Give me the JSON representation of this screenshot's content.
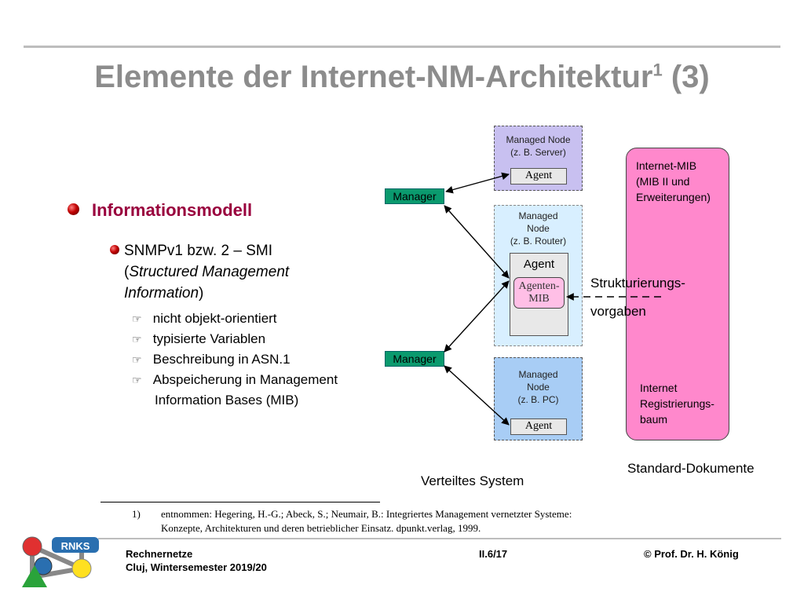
{
  "slide": {
    "title": "Elemente der Internet-NM-Architektur",
    "title_sup": "1",
    "title_suffix": " (3)"
  },
  "content": {
    "heading": "Informationsmodell",
    "item": {
      "line1": "SNMPv1 bzw. 2 – SMI",
      "line2_open": "(",
      "line2_italic": "Structured Management",
      "line3_italic": "Information",
      "line3_close": ")"
    },
    "subitems": [
      "nicht objekt-orientiert",
      "typisierte Variablen",
      "Beschreibung in ASN.1",
      "Abspeicherung in Management",
      "Information Bases (MIB)"
    ]
  },
  "diagram": {
    "node_server": {
      "line1": "Managed Node",
      "line2": "(z. B. Server)",
      "agent": "Agent"
    },
    "node_router": {
      "line1": "Managed",
      "line2": "Node",
      "line3": "(z. B. Router)",
      "agent": "Agent",
      "mib_line1": "Agenten-",
      "mib_line2": "MIB"
    },
    "node_pc": {
      "line1": "Managed",
      "line2": "Node",
      "line3": "(z. B. PC)",
      "agent": "Agent"
    },
    "manager_top": "Manager",
    "manager_bottom": "Manager",
    "internet_mib": {
      "line1": "Internet-MIB",
      "line2": "(MIB II und",
      "line3": "Erweiterungen)"
    },
    "registry": {
      "line1": "Internet",
      "line2": "Registrierungs-",
      "line3": "baum"
    },
    "struct_line1": "Strukturierungs-",
    "struct_line2": "vorgaben",
    "caption_distributed": "Verteiltes System",
    "caption_standard": "Standard-Dokumente",
    "colors": {
      "server_fill": "#c8c0f0",
      "router_fill": "#d8efff",
      "pc_fill": "#a8cdf5",
      "manager_fill": "#0a9a6e",
      "mib_fill": "#ff88cc"
    }
  },
  "footnote": {
    "marker": "1)",
    "line1": "entnommen: Hegering, H.-G.; Abeck, S.; Neumair, B.: Integriertes Management vernetzter Systeme:",
    "line2": "Konzepte, Architekturen und deren betrieblicher Einsatz. dpunkt.verlag, 1999."
  },
  "footer": {
    "logo_text": "RNKS",
    "course": "Rechnernetze",
    "semester": "Cluj, Wintersemester 2019/20",
    "page": "II.6/17",
    "author": "© Prof. Dr. H. König"
  }
}
